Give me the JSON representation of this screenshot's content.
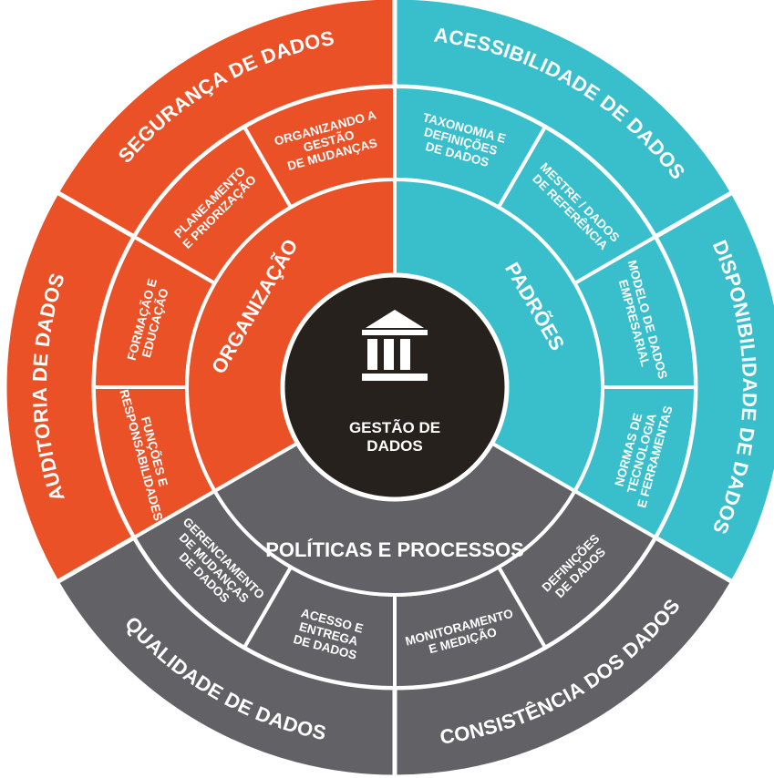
{
  "colors": {
    "organization": "#ea5127",
    "standards": "#39bfcc",
    "policies": "#626266",
    "core": "#27211d",
    "border": "#ffffff"
  },
  "core": {
    "icon": "bank-building-icon",
    "label_lines": [
      "GESTÃO DE",
      "DADOS"
    ]
  },
  "middle_ring": [
    {
      "id": "organizacao",
      "label": "ORGANIZAÇÃO",
      "group": "organization"
    },
    {
      "id": "padroes",
      "label": "PADRÕES",
      "group": "standards"
    },
    {
      "id": "politicas",
      "label": "POLÍTICAS E PROCESSOS",
      "group": "policies"
    }
  ],
  "inner_ring": [
    {
      "id": "planeamento",
      "group": "organization",
      "lines": [
        "PLANEAMENTO",
        "E PRIORIZAÇÃO"
      ]
    },
    {
      "id": "gestao-mudancas",
      "group": "organization",
      "lines": [
        "ORGANIZANDO A",
        "GESTÃO",
        "DE MUDANÇAS"
      ]
    },
    {
      "id": "taxonomia",
      "group": "standards",
      "lines": [
        "TAXONOMIA E",
        "DEFINIÇÕES",
        "DE DADOS"
      ]
    },
    {
      "id": "mestre",
      "group": "standards",
      "lines": [
        "MESTRE / DADOS",
        "DE REFERÊNCIA"
      ]
    },
    {
      "id": "modelo",
      "group": "standards",
      "lines": [
        "MODELO DE DADOS",
        "EMPRESARIAL"
      ]
    },
    {
      "id": "normas",
      "group": "standards",
      "lines": [
        "NORMAS DE",
        "TECNOLOGIA",
        "E FERRAMENTAS"
      ]
    },
    {
      "id": "definicoes",
      "group": "policies",
      "lines": [
        "DEFINIÇÕES",
        "DE DADOS"
      ]
    },
    {
      "id": "monitoramento",
      "group": "policies",
      "lines": [
        "MONITORAMENTO",
        "E MEDIÇÃO"
      ]
    },
    {
      "id": "acesso",
      "group": "policies",
      "lines": [
        "ACESSO E",
        "ENTREGA",
        "DE DADOS"
      ]
    },
    {
      "id": "gerenciamento",
      "group": "policies",
      "lines": [
        "GERENCIAMENTO",
        "DE MUDANÇAS",
        "DE DADOS"
      ]
    },
    {
      "id": "funcoes",
      "group": "organization",
      "lines": [
        "FUNÇÕES E",
        "RESPONSABILIDADES"
      ]
    },
    {
      "id": "formacao",
      "group": "organization",
      "lines": [
        "FORMAÇÃO E",
        "EDUCAÇÃO"
      ]
    }
  ],
  "outer_ring": [
    {
      "id": "seguranca",
      "label": "SEGURANÇA DE DADOS",
      "group": "organization"
    },
    {
      "id": "acessibilidade",
      "label": "ACESSIBILIDADE DE DADOS",
      "group": "standards"
    },
    {
      "id": "disponibilidade",
      "label": "DISPONIBILIDADE DE DADOS",
      "group": "standards"
    },
    {
      "id": "consistencia",
      "label": "CONSISTÊNCIA DOS DADOS",
      "group": "policies"
    },
    {
      "id": "qualidade",
      "label": "QUALIDADE DE DADOS",
      "group": "policies"
    },
    {
      "id": "auditoria",
      "label": "AUDITORIA DE DADOS",
      "group": "organization"
    }
  ]
}
